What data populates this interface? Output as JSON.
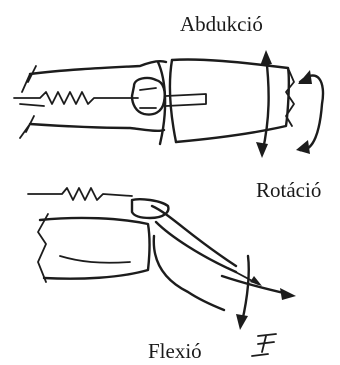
{
  "labels": {
    "abduction": "Abdukció",
    "rotation": "Rotáció",
    "flexion": "Flexió"
  },
  "colors": {
    "ink": "#1c1c1c",
    "background": "#ffffff"
  }
}
